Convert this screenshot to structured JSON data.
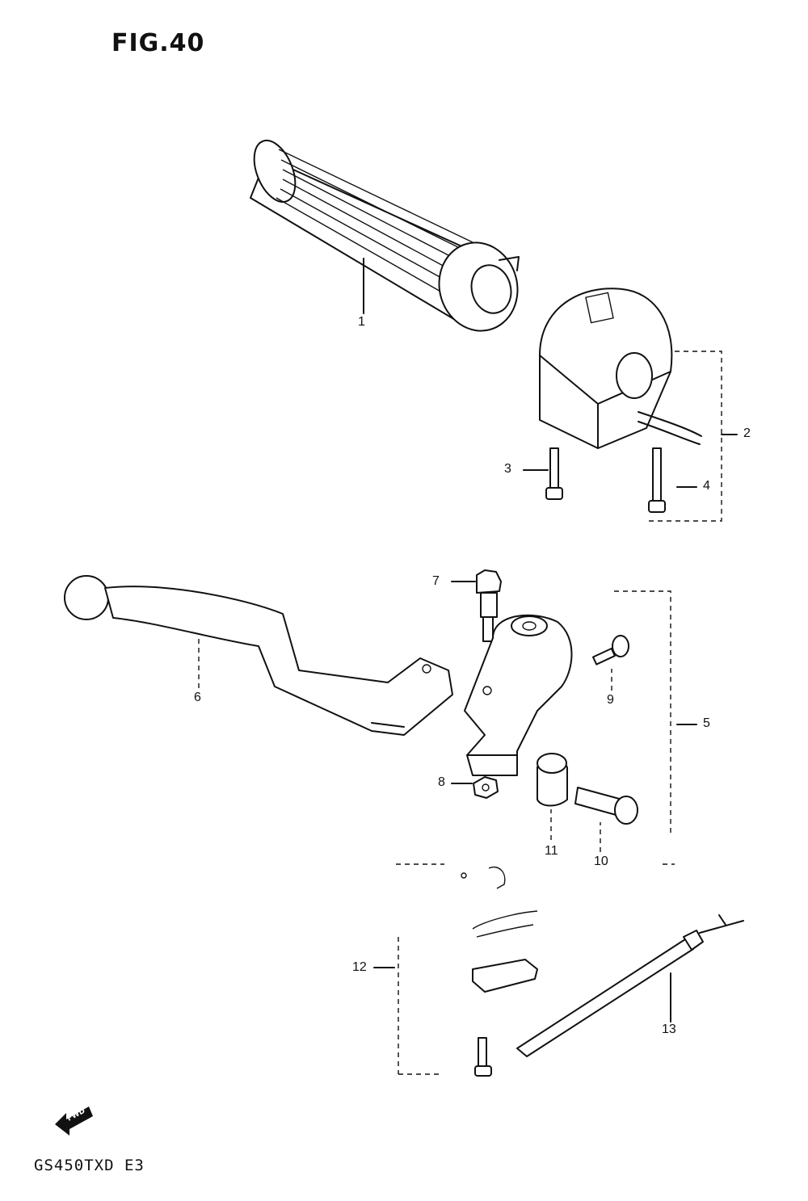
{
  "figure": {
    "title": "FIG.40",
    "model_code": "GS450TXD E3"
  },
  "callouts": [
    "1",
    "2",
    "3",
    "4",
    "5",
    "6",
    "7",
    "8",
    "9",
    "10",
    "11",
    "12",
    "13"
  ],
  "fwd_label": "FWD"
}
